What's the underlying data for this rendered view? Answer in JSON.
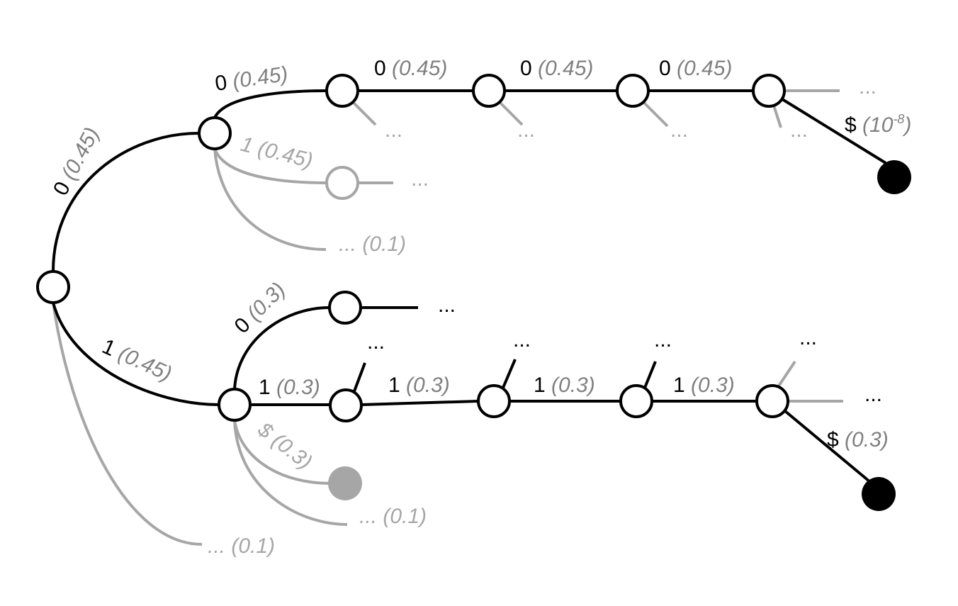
{
  "colors": {
    "active": "#000000",
    "inactive": "#a6a6a6",
    "probability": "#808080"
  },
  "labels": {
    "root_top_sym": "0",
    "root_top_p": "(0.45)",
    "a_b_sym": "0",
    "a_b_p": "(0.45)",
    "b_c_sym": "0",
    "b_c_p": "(0.45)",
    "c_d_sym": "0",
    "c_d_p": "(0.45)",
    "d_e_sym": "0",
    "d_e_p": "(0.45)",
    "e_end_sym": "$",
    "e_end_p": "(10",
    "e_end_exp": "-8",
    "e_end_close": ")",
    "a_gray_sym": "1",
    "a_gray_p": "(0.45)",
    "a_other": "... (0.1)",
    "root_bottom_sym": "1",
    "root_bottom_p": "(0.45)",
    "root_other": "... (0.1)",
    "f_g_sym": "0",
    "f_g_p": "(0.3)",
    "f_h_sym": "1",
    "f_h_p": "(0.3)",
    "h_i_sym": "1",
    "h_i_p": "(0.3)",
    "i_j_sym": "1",
    "i_j_p": "(0.3)",
    "j_k_sym": "1",
    "j_k_p": "(0.3)",
    "k_end_sym": "$",
    "k_end_p": "(0.3)",
    "f_end": "$ (0.3)",
    "f_other": "... (0.1)",
    "ellipsis": "..."
  }
}
